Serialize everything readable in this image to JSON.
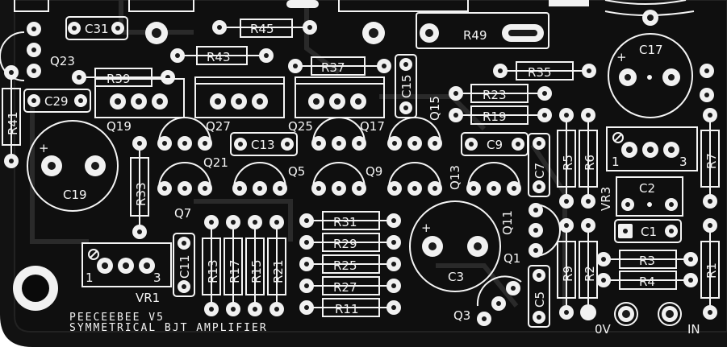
{
  "board": {
    "title": "PEECEEBEE V5",
    "subtitle": "SYMMETRICAL BJT AMPLIFIER"
  },
  "components": {
    "C31": "C31",
    "R45": "R45",
    "R49": "R49",
    "R43": "R43",
    "R37": "R37",
    "R39": "R39",
    "Q23": "Q23",
    "R41": "R41",
    "C29": "C29",
    "C15": "C15",
    "R35": "R35",
    "C17": "C17",
    "R23": "R23",
    "R19": "R19",
    "Q15": "Q15",
    "Q19": "Q19",
    "Q27": "Q27",
    "Q25": "Q25",
    "Q17": "Q17",
    "Q21": "Q21",
    "C13": "C13",
    "C9": "C9",
    "Q5": "Q5",
    "Q9": "Q9",
    "Q13": "Q13",
    "C7": "C7",
    "R5": "R5",
    "R6": "R6",
    "VR3": "VR3",
    "R7": "R7",
    "C19": "C19",
    "R33": "R33",
    "Q7": "Q7",
    "C2": "C2",
    "C1": "C1",
    "R31": "R31",
    "R29": "R29",
    "R25": "R25",
    "R27": "R27",
    "R11": "R11",
    "R13": "R13",
    "R17": "R17",
    "R15": "R15",
    "R21": "R21",
    "C11": "C11",
    "VR1": "VR1",
    "C3": "C3",
    "Q11": "Q11",
    "Q1": "Q1",
    "Q3": "Q3",
    "C5": "C5",
    "R9": "R9",
    "R2": "R2",
    "R3": "R3",
    "R4": "R4",
    "R1": "R1"
  },
  "pins": {
    "one": "1",
    "three": "3",
    "plus": "+"
  },
  "connectors": {
    "ground": "0V",
    "input": "IN"
  }
}
